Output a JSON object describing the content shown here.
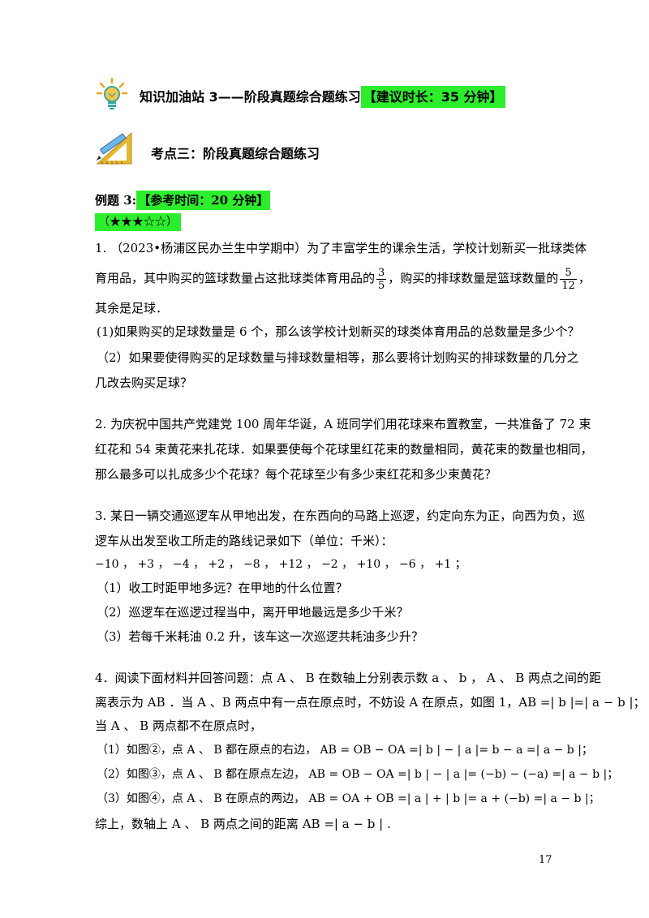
{
  "section1": {
    "title_prefix": "知识加油站 3——阶段真题综合题练习",
    "title_highlight": "【建议时长：35 分钟】"
  },
  "section2": {
    "title": "考点三：阶段真题综合题练习"
  },
  "example": {
    "label": "例题 3:",
    "time": "【参考时间：20 分钟】",
    "stars": "（★★★☆☆）"
  },
  "q1": {
    "line1": "1. （2023•杨浦区民办兰生中学期中）为了丰富学生的课余生活，学校计划新买一批球类体",
    "line2a": "育用品，其中购买的篮球数量占这批球类体育用品的",
    "frac1_num": "3",
    "frac1_den": "5",
    "line2b": "，购买的排球数量是篮球数量的",
    "frac2_num": "5",
    "frac2_den": "12",
    "line2c": "，",
    "line3": "其余是足球．",
    "sub1": "(1)如果购买的足球数量是 6 个，那么该学校计划新买的球类体育用品的总数量是多少个？",
    "sub2a": "（2）如果要使得购买的足球数量与排球数量相等，那么要将计划购买的排球数量的几分之",
    "sub2b": "几改去购买足球？"
  },
  "q2": {
    "line1": "2. 为庆祝中国共产党建党 100 周年华诞，A 班同学们用花球来布置教室，一共准备了 72 束",
    "line2": "红花和 54 束黄花来扎花球．如果要使每个花球里红花束的数量相同，黄花束的数量也相同，",
    "line3": "那么最多可以扎成多少个花球？每个花球至少有多少束红花和多少束黄花？"
  },
  "q3": {
    "line1": "3. 某日一辆交通巡逻车从甲地出发，在东西向的马路上巡逻，约定向东为正，向西为负，巡",
    "line2": "逻车从出发至收工所走的路线记录如下（单位：千米）：",
    "line3": "−10 ， +3 ， −4 ， +2 ， −8 ， +12 ， −2 ， +10 ， −6 ， +1 ；",
    "sub1": "（1）收工时距甲地多远？在甲地的什么位置？",
    "sub2": "（2）巡逻车在巡逻过程当中，离开甲地最远是多少千米？",
    "sub3": "（3）若每千米耗油 0.2 升，该车这一次巡逻共耗油多少升？"
  },
  "q4": {
    "line1": "4．阅读下面材料并回答问题：点 A 、 B 在数轴上分别表示数 a 、 b ， A 、 B 两点之间的距",
    "line2": "离表示为 AB ．当 A 、B 两点中有一点在原点时，不妨设 A 在原点，如图 1，AB =| b |=| a − b |；",
    "line3": "当 A 、 B 两点都不在原点时，",
    "sub1": "（1）如图②，点 A 、 B 都在原点的右边， AB = OB − OA =| b | − | a |= b − a =| a − b |；",
    "sub2": "（2）如图③，点 A 、 B 都在原点左边， AB = OB − OA =| b | − | a |= (−b) − (−a) =| a − b |；",
    "sub3": "（3）如图④，点 A 、 B 在原点的两边， AB = OA + OB =| a | + | b |= a + (−b) =| a − b |；",
    "conclusion": "综上，数轴上 A 、 B 两点之间的距离 AB =| a − b | ."
  },
  "page_number": "17",
  "colors": {
    "highlight": "#2cee2c"
  }
}
